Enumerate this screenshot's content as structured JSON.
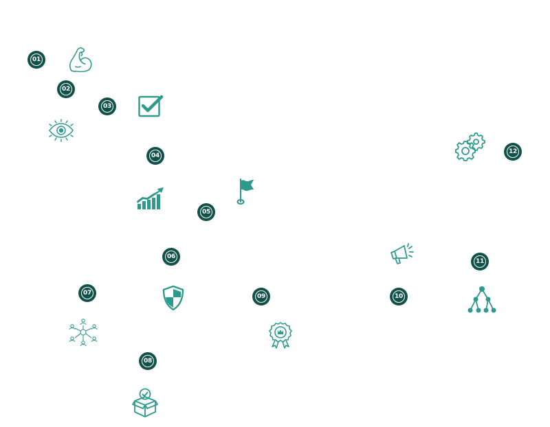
{
  "colors": {
    "badge_fill": "#12504a",
    "icon": "#2e9a8e"
  },
  "steps": [
    {
      "number": "01",
      "icon": "muscle-arm-icon"
    },
    {
      "number": "02",
      "icon": "eye-icon"
    },
    {
      "number": "03",
      "icon": "checkbox-icon"
    },
    {
      "number": "04",
      "icon": "growth-chart-icon"
    },
    {
      "number": "05",
      "icon": "flag-icon"
    },
    {
      "number": "06",
      "icon": "shield-icon"
    },
    {
      "number": "07",
      "icon": "team-network-icon"
    },
    {
      "number": "08",
      "icon": "box-check-icon"
    },
    {
      "number": "09",
      "icon": "award-ribbon-icon"
    },
    {
      "number": "10",
      "icon": "megaphone-icon"
    },
    {
      "number": "11",
      "icon": "hierarchy-icon"
    },
    {
      "number": "12",
      "icon": "gears-icon"
    }
  ]
}
